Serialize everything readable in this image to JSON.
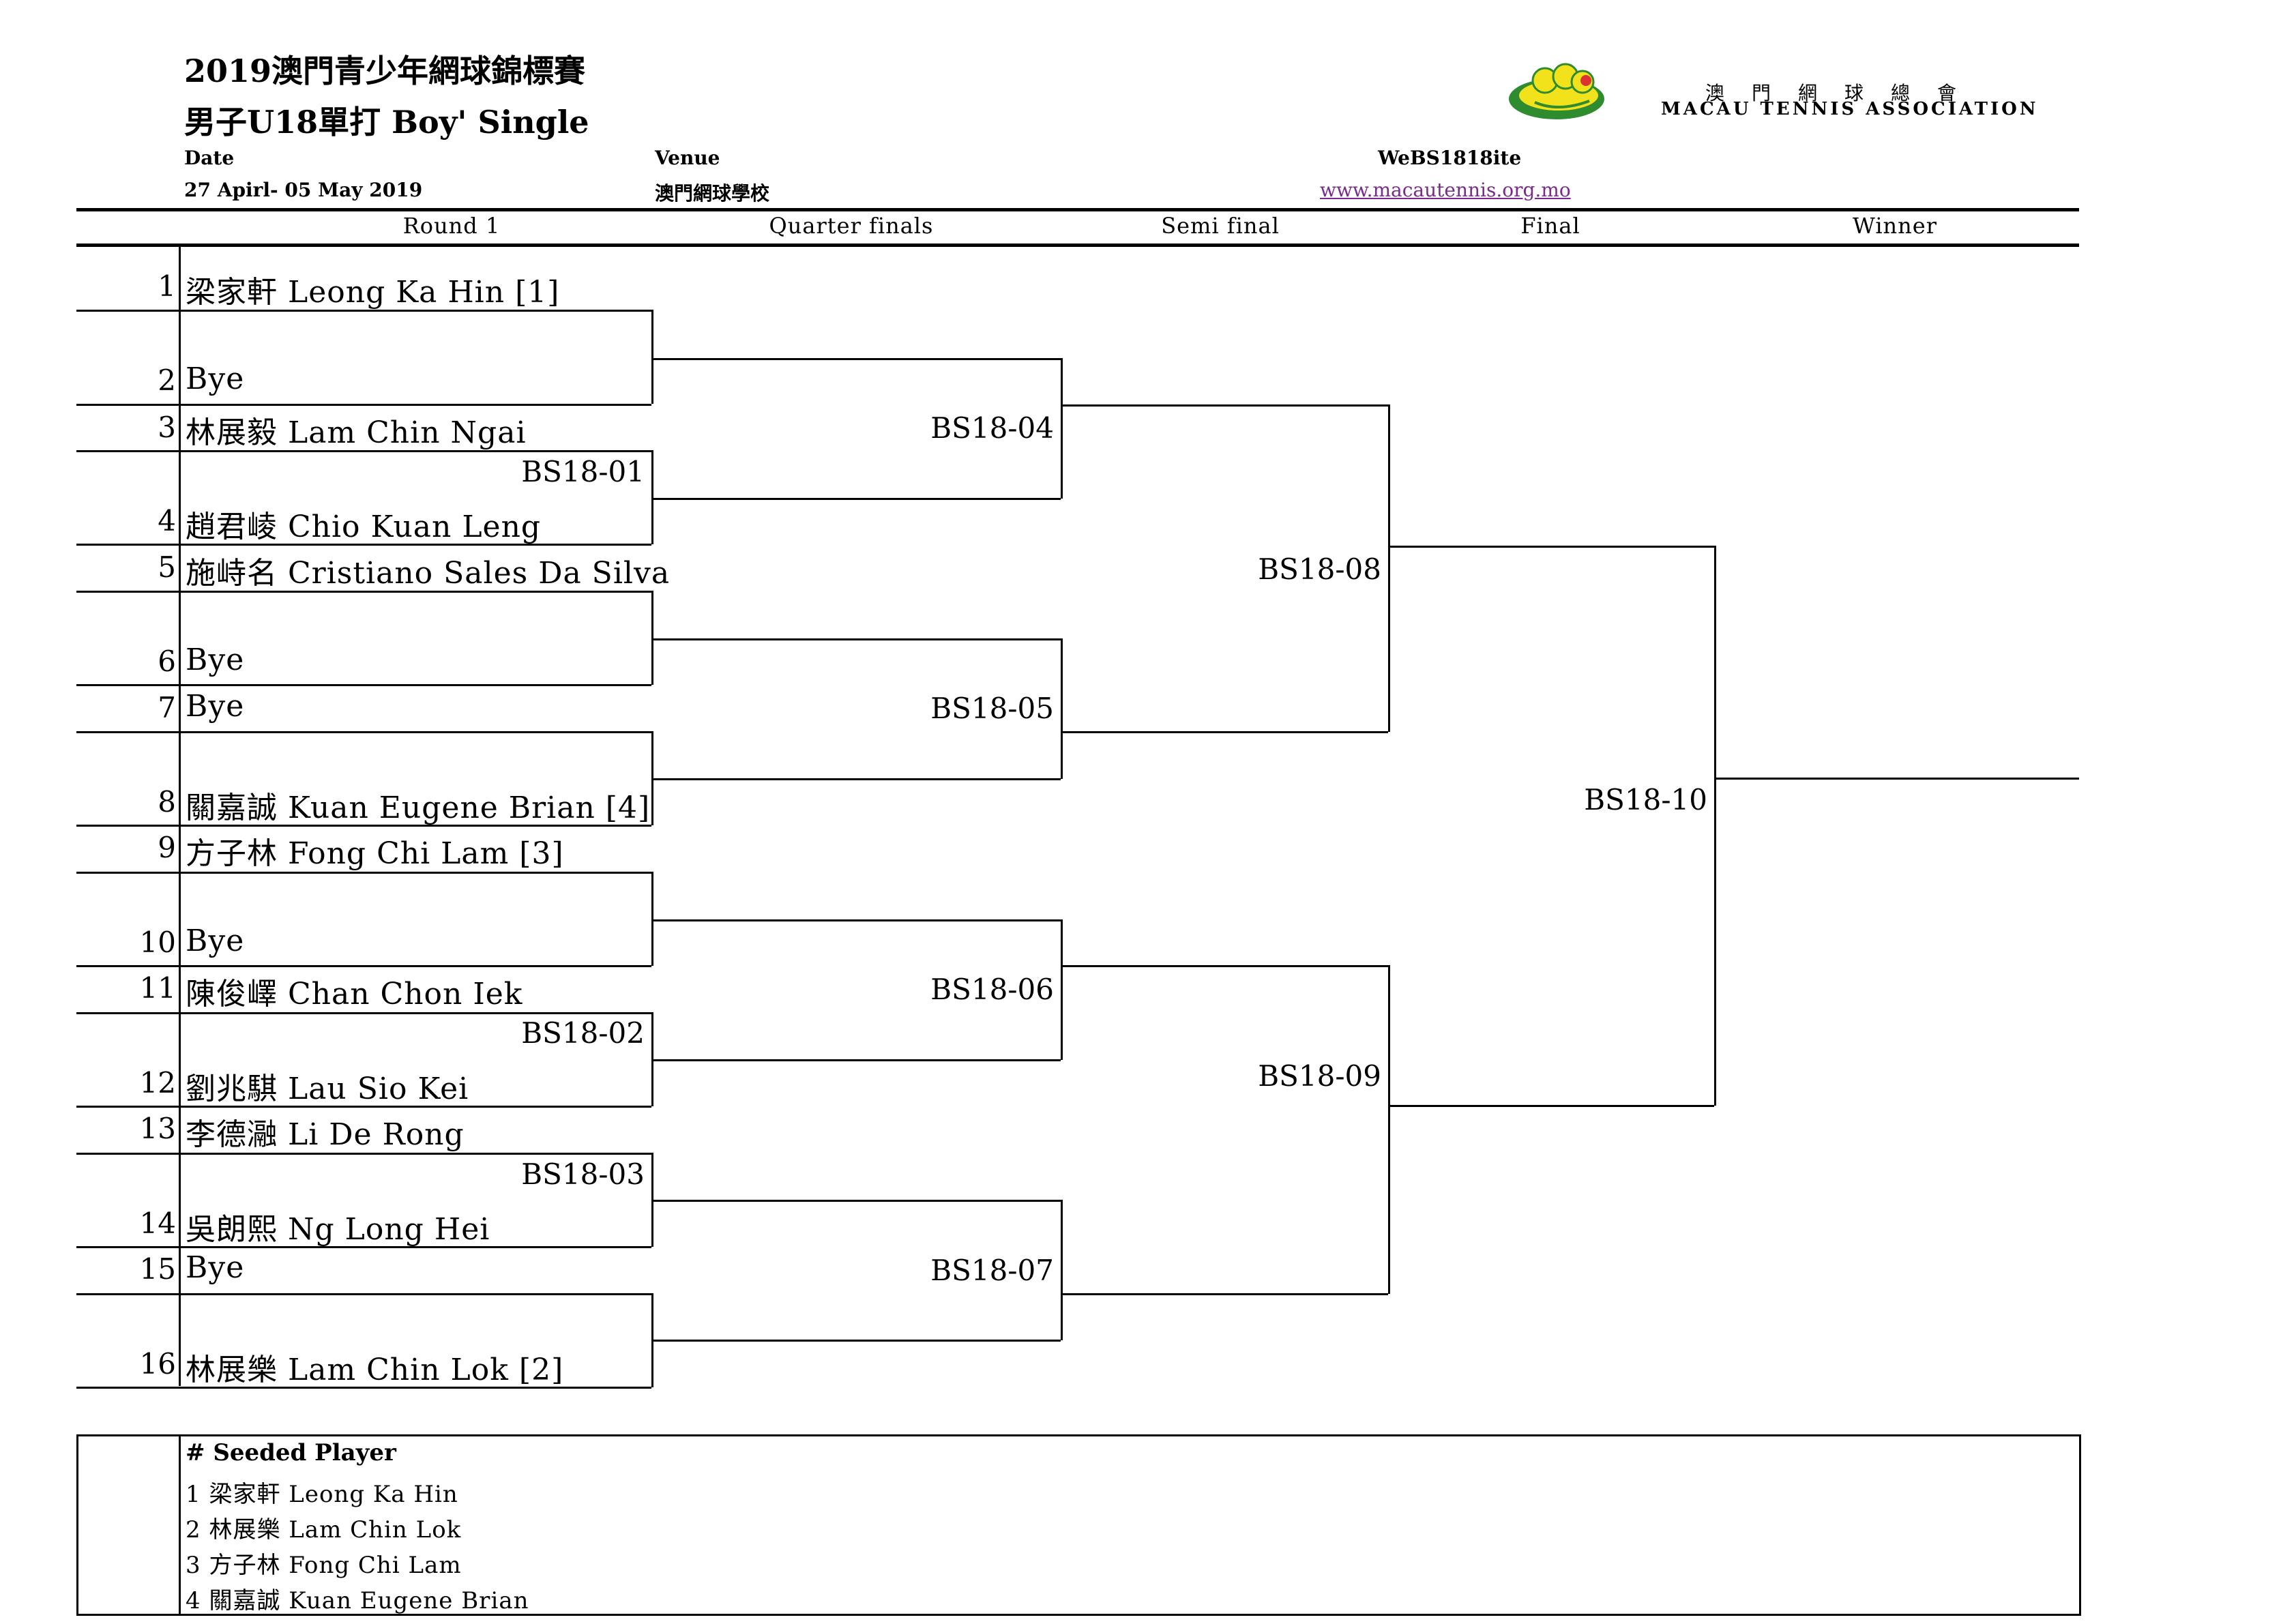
{
  "header": {
    "title_line1": "2019澳門青少年網球錦標賽",
    "title_line2": "男子U18單打 Boy' Single",
    "date_label": "Date",
    "date_value": "27 Apirl- 05 May 2019",
    "venue_label": "Venue",
    "venue_value": "澳門網球學校",
    "website_label": "WeBS1818ite",
    "website_value": "www.macautennis.org.mo"
  },
  "logo": {
    "chinese": "澳門網球總會",
    "english": "MACAU   TENNIS   ASSOCIATION",
    "colors": {
      "green": "#2e8b2e",
      "yellow": "#f2e21c",
      "red": "#d33"
    }
  },
  "columns": {
    "round1": "Round 1",
    "quarter": "Quarter finals",
    "semi": "Semi final",
    "final": "Final",
    "winner": "Winner"
  },
  "draw": [
    {
      "num": "1",
      "name": "梁家軒 Leong Ka Hin [1]"
    },
    {
      "num": "2",
      "name": "Bye"
    },
    {
      "num": "3",
      "name": "林展毅 Lam Chin Ngai"
    },
    {
      "num": "4",
      "name": "趙君崚 Chio Kuan Leng"
    },
    {
      "num": "5",
      "name": "施峙名 Cristiano Sales Da Silva"
    },
    {
      "num": "6",
      "name": "Bye"
    },
    {
      "num": "7",
      "name": "Bye"
    },
    {
      "num": "8",
      "name": "關嘉誠 Kuan Eugene Brian [4]"
    },
    {
      "num": "9",
      "name": "方子林 Fong Chi Lam  [3]"
    },
    {
      "num": "10",
      "name": "Bye"
    },
    {
      "num": "11",
      "name": "陳俊嶧 Chan Chon Iek"
    },
    {
      "num": "12",
      "name": "劉兆騏 Lau Sio Kei"
    },
    {
      "num": "13",
      "name": "李德瀜 Li De Rong"
    },
    {
      "num": "14",
      "name": "吳朗熙 Ng  Long Hei"
    },
    {
      "num": "15",
      "name": "Bye"
    },
    {
      "num": "16",
      "name": "林展樂 Lam Chin Lok  [2]"
    }
  ],
  "matches": {
    "r1_a": "BS18-01",
    "r1_b": "BS18-02",
    "r1_c": "BS18-03",
    "qf_1": "BS18-04",
    "qf_2": "BS18-05",
    "qf_3": "BS18-06",
    "qf_4": "BS18-07",
    "sf_1": "BS18-08",
    "sf_2": "BS18-09",
    "final": "BS18-10"
  },
  "seeds": {
    "heading": "# Seeded Player",
    "items": [
      "1 梁家軒 Leong Ka Hin",
      "2 林展樂 Lam Chin Lok",
      "3 方子林 Fong Chi Lam",
      "4 關嘉誠 Kuan Eugene Brian"
    ]
  }
}
